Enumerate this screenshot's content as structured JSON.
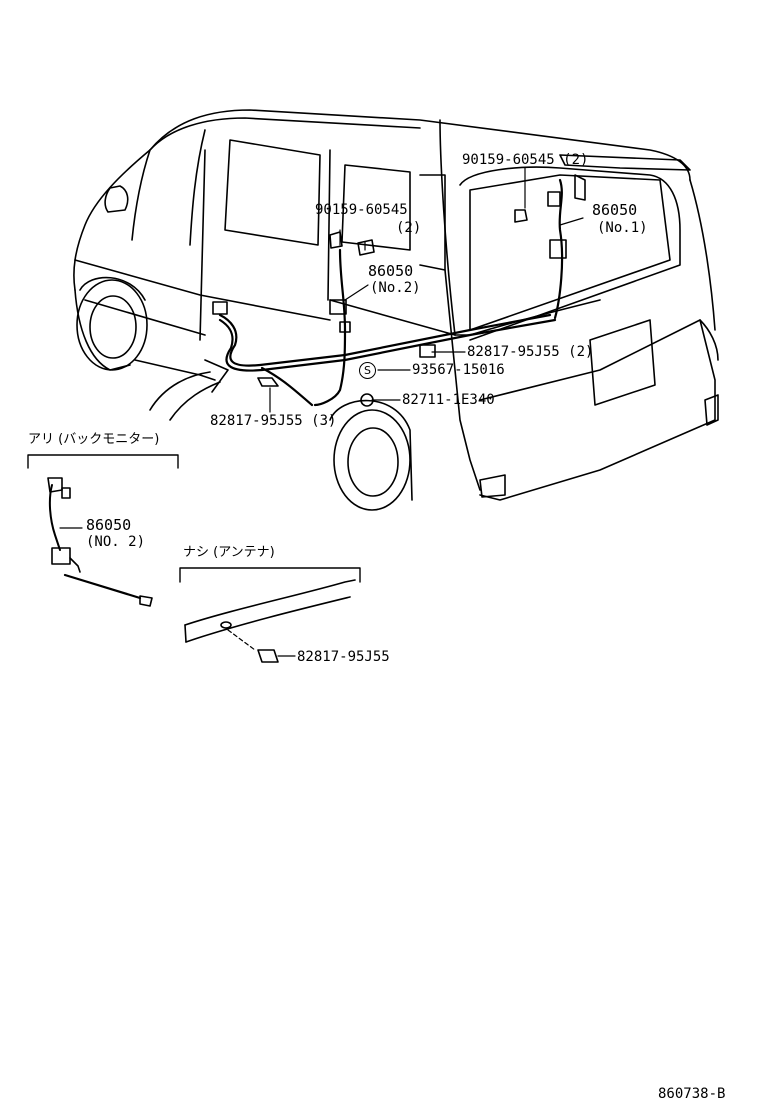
{
  "callouts": {
    "bolt_right": "90159-60545 (2)",
    "bolt_mid": "90159-60545",
    "bolt_mid_qty": "(2)",
    "harness_no1": "86050",
    "harness_no1_sub": "(No.1)",
    "harness_no2": "86050",
    "harness_no2_sub": "(No.2)",
    "clamp_2": "82817-95J55 (2)",
    "screw_s": "93567-15016",
    "s_symbol": "S",
    "grommet": "82711-1E340",
    "clamp_3": "82817-95J55 (3)"
  },
  "inset_with": {
    "heading": "アリ (バックモニター)",
    "part": "86050",
    "part_sub": "(NO. 2)"
  },
  "inset_without": {
    "heading": "ナシ (アンテナ)",
    "part": "82817-95J55"
  },
  "figure_code": "860738-B"
}
